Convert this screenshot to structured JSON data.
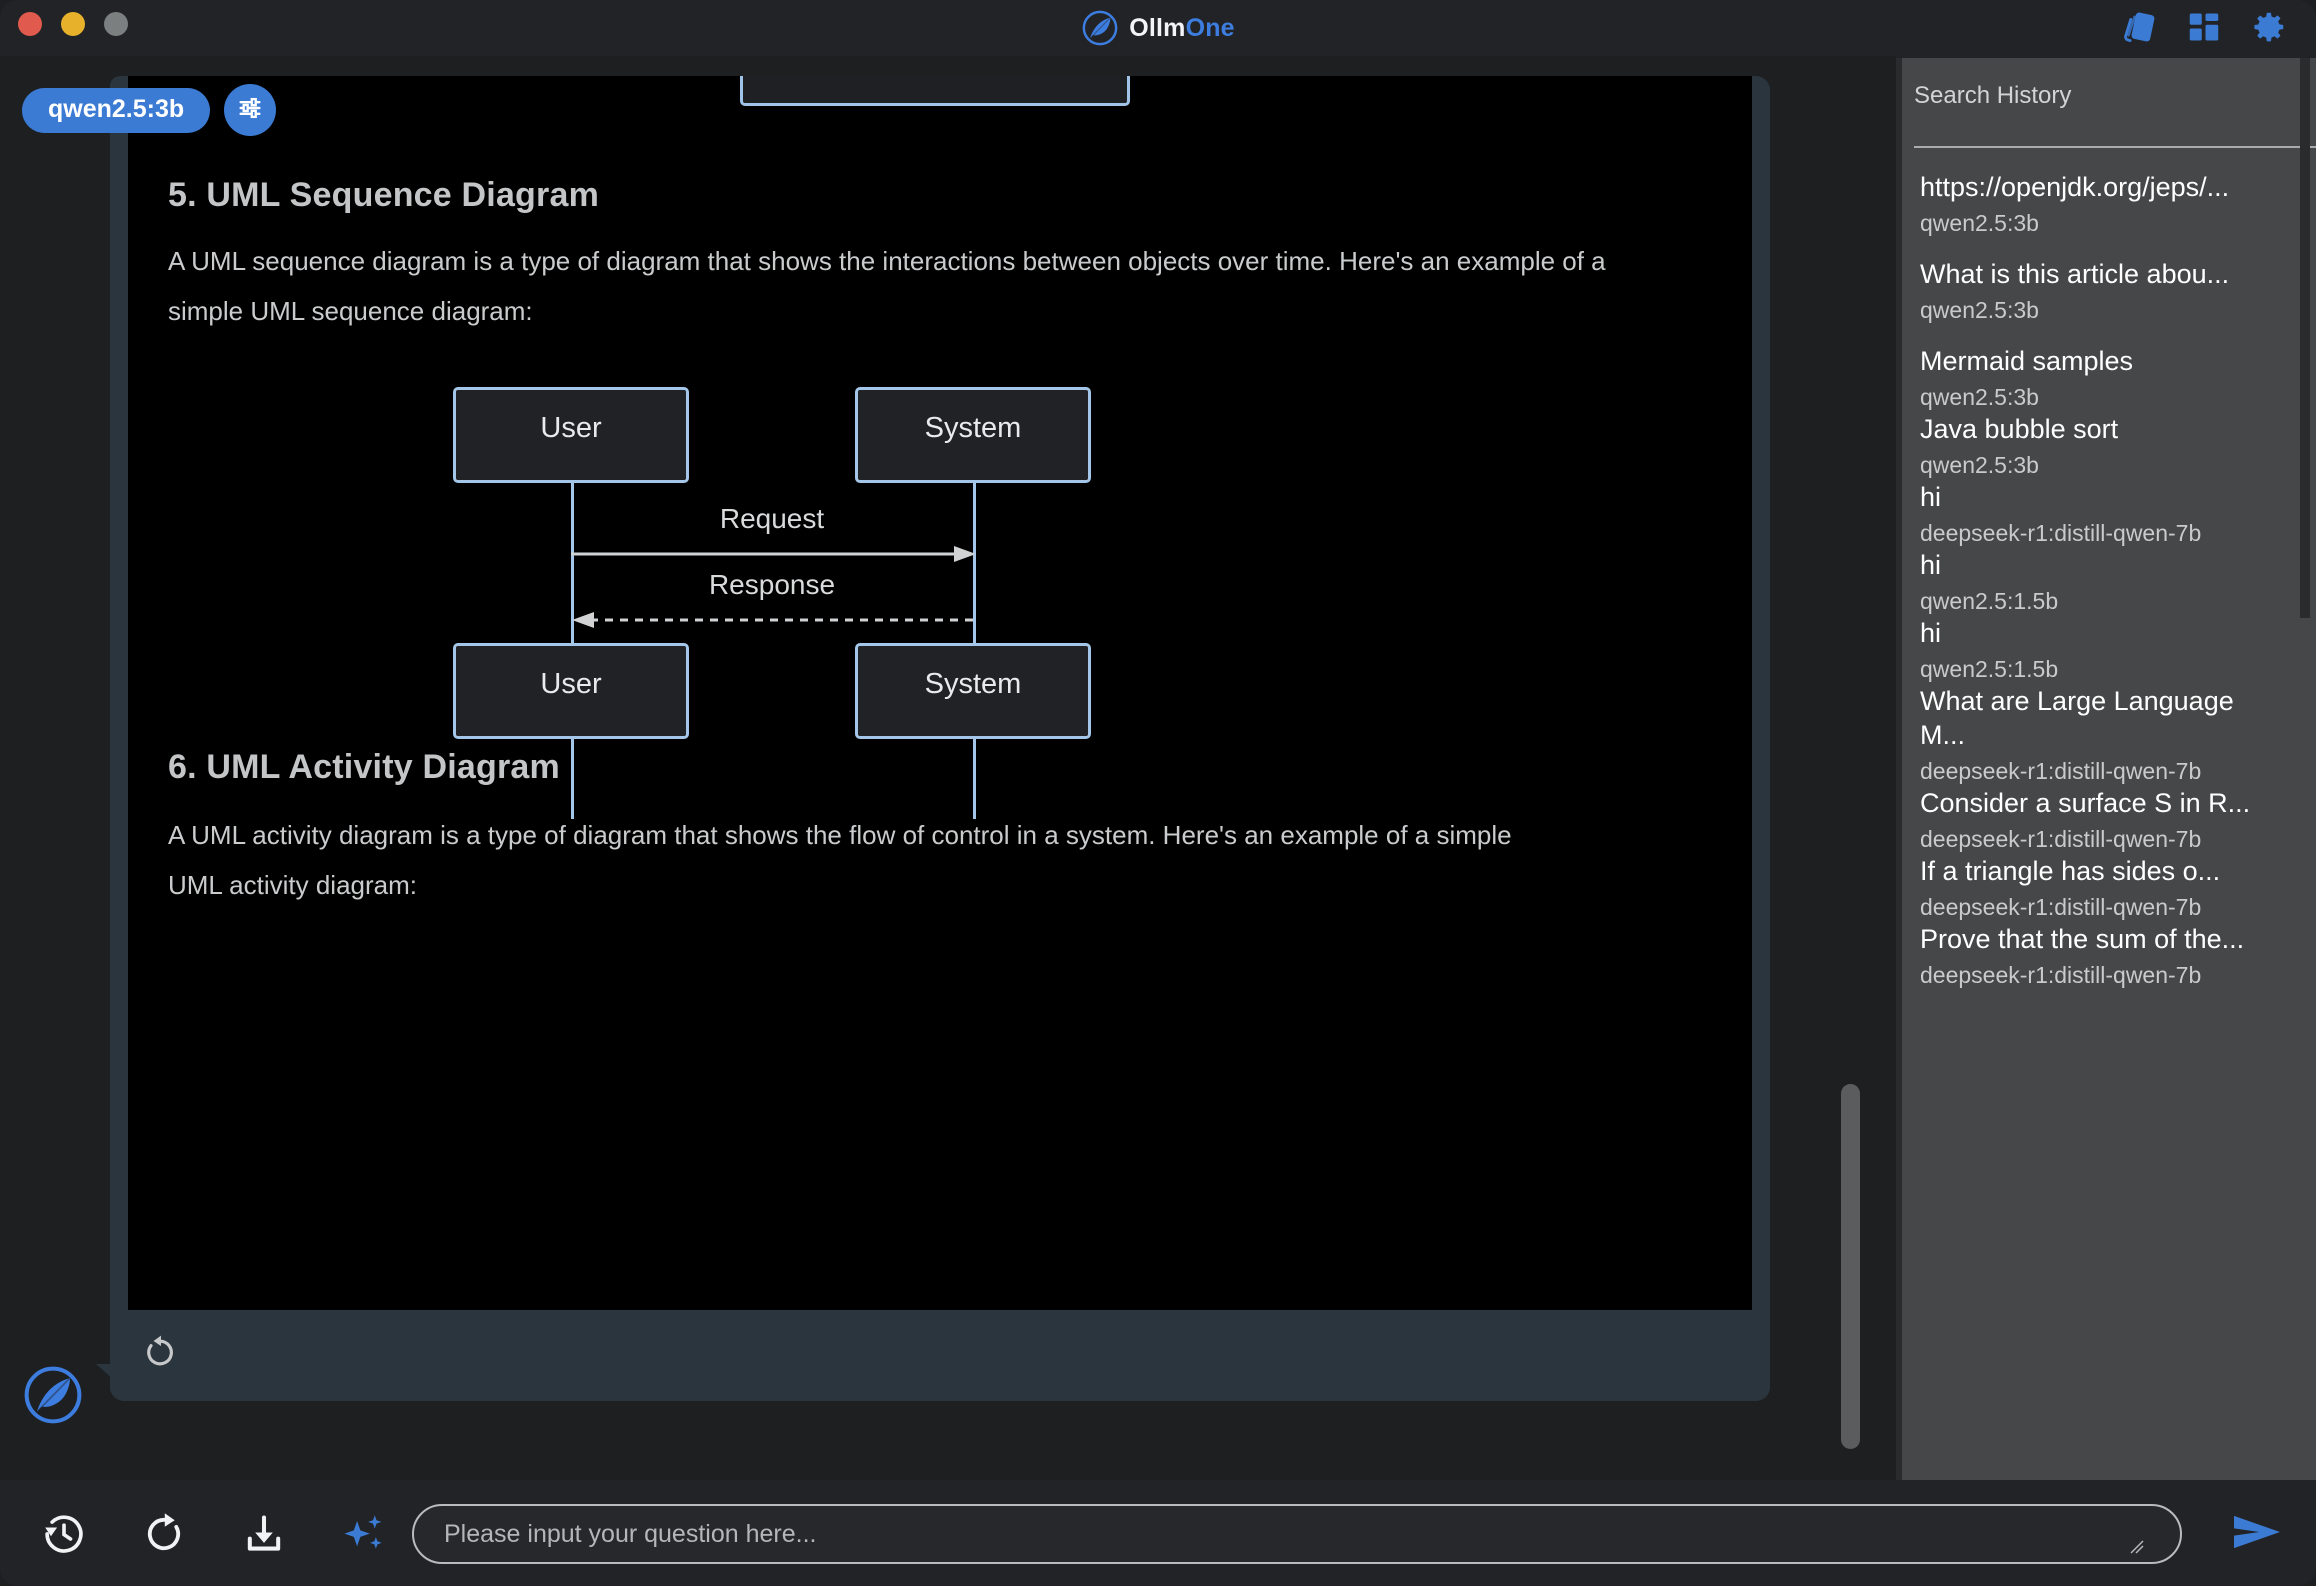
{
  "window": {
    "title": "OllmOne",
    "brand_primary": "Ollm",
    "brand_accent": "One",
    "accent_color": "#3b7bd4",
    "traffic_lights": [
      "close",
      "minimize",
      "maximize"
    ]
  },
  "titlebar_icons": [
    {
      "name": "theme-palette-icon",
      "label": "Theme"
    },
    {
      "name": "layout-grid-icon",
      "label": "Layout"
    },
    {
      "name": "settings-gear-icon",
      "label": "Settings"
    }
  ],
  "toolbar": {
    "model_chip": "qwen2.5:3b",
    "tune_button_label": "Model settings"
  },
  "message": {
    "avatar_icon": "feather-logo-icon",
    "regenerate_label": "Regenerate",
    "sections": [
      {
        "heading": "5. UML Sequence Diagram",
        "paragraph": "A UML sequence diagram is a type of diagram that shows the interactions between objects over time. Here's an example of a simple UML sequence diagram:"
      },
      {
        "heading": "6. UML Activity Diagram",
        "paragraph": "A UML activity diagram is a type of diagram that shows the flow of control in a system. Here's an example of a simple UML activity diagram:"
      }
    ],
    "sequence_diagram": {
      "participants": [
        "User",
        "System"
      ],
      "messages": [
        {
          "label": "Request",
          "from": "User",
          "to": "System",
          "style": "solid"
        },
        {
          "label": "Response",
          "from": "System",
          "to": "User",
          "style": "dashed"
        }
      ],
      "box_border_color": "#a4c6e8"
    }
  },
  "history": {
    "title": "Search History",
    "items": [
      {
        "query": "https://openjdk.org/jeps/...",
        "model": "qwen2.5:3b"
      },
      {
        "query": "What is this article abou...",
        "model": "qwen2.5:3b"
      },
      {
        "query": "Mermaid samples",
        "model": "qwen2.5:3b"
      },
      {
        "query": "Java bubble sort",
        "model": "qwen2.5:3b"
      },
      {
        "query": "hi",
        "model": "deepseek-r1:distill-qwen-7b"
      },
      {
        "query": "hi",
        "model": "qwen2.5:1.5b"
      },
      {
        "query": "hi",
        "model": "qwen2.5:1.5b"
      },
      {
        "query": "What are Large Language M...",
        "model": "deepseek-r1:distill-qwen-7b"
      },
      {
        "query": "Consider a surface S in R...",
        "model": "deepseek-r1:distill-qwen-7b"
      },
      {
        "query": "If a triangle has sides o...",
        "model": "deepseek-r1:distill-qwen-7b"
      },
      {
        "query": "Prove that the sum of the...",
        "model": "deepseek-r1:distill-qwen-7b"
      }
    ]
  },
  "bottombar": {
    "buttons": [
      {
        "name": "history-icon",
        "label": "History"
      },
      {
        "name": "refresh-icon",
        "label": "Refresh"
      },
      {
        "name": "download-icon",
        "label": "Download"
      },
      {
        "name": "sparkles-icon",
        "label": "Enhance"
      }
    ],
    "input_placeholder": "Please input your question here...",
    "input_value": "",
    "send_label": "Send"
  }
}
